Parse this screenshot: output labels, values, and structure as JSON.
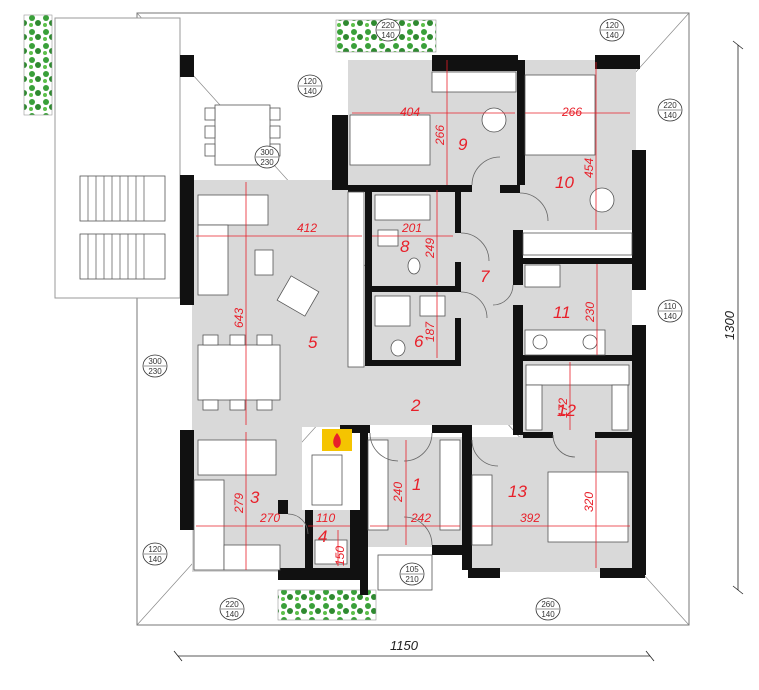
{
  "rooms": [
    {
      "id": "1",
      "label": "1"
    },
    {
      "id": "2",
      "label": "2"
    },
    {
      "id": "3",
      "label": "3"
    },
    {
      "id": "4",
      "label": "4"
    },
    {
      "id": "5",
      "label": "5"
    },
    {
      "id": "6",
      "label": "6"
    },
    {
      "id": "7",
      "label": "7"
    },
    {
      "id": "8",
      "label": "8"
    },
    {
      "id": "9",
      "label": "9"
    },
    {
      "id": "10",
      "label": "10"
    },
    {
      "id": "11",
      "label": "11"
    },
    {
      "id": "12",
      "label": "12"
    },
    {
      "id": "13",
      "label": "13"
    }
  ],
  "dimensions": {
    "d404": "404",
    "d266a": "266",
    "d266b": "266",
    "d454": "454",
    "d412": "412",
    "d201": "201",
    "d249": "249",
    "d643": "643",
    "d187": "187",
    "d230": "230",
    "d172": "172",
    "d279": "279",
    "d270": "270",
    "d110": "110",
    "d150": "150",
    "d240": "240",
    "d242": "242",
    "d392": "392",
    "d320": "320",
    "overall_width": "1150",
    "overall_height": "1300"
  },
  "windows": [
    {
      "top": "220",
      "bottom": "140"
    },
    {
      "top": "120",
      "bottom": "140"
    },
    {
      "top": "120",
      "bottom": "140"
    },
    {
      "top": "220",
      "bottom": "140"
    },
    {
      "top": "300",
      "bottom": "230"
    },
    {
      "top": "110",
      "bottom": "140"
    },
    {
      "top": "300",
      "bottom": "230"
    },
    {
      "top": "120",
      "bottom": "140"
    },
    {
      "top": "105",
      "bottom": "210"
    },
    {
      "top": "220",
      "bottom": "140"
    },
    {
      "top": "260",
      "bottom": "140"
    }
  ],
  "colors": {
    "accent": "#e8202a",
    "fireplace": "#f5c400",
    "greenery": "#3aa03a"
  }
}
